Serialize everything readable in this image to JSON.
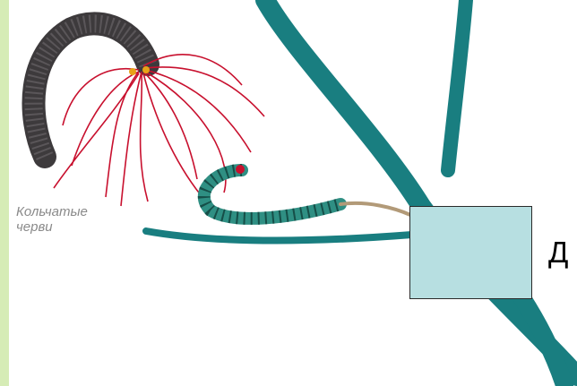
{
  "caption": {
    "line1": "Кольчатые",
    "line2": "черви"
  },
  "right_label_visible_text": "Д",
  "colors": {
    "branch": "#197e80",
    "box_fill": "#b7dfe1",
    "worm_dark": "#3d3a3c",
    "tentacles": "#c8102e",
    "small_worm": "#2f8f83",
    "left_strip": "#d6ecb6"
  },
  "icons": {
    "annelid": "tentacled-worm-illustration",
    "small_worm": "segmented-worm-illustration"
  }
}
